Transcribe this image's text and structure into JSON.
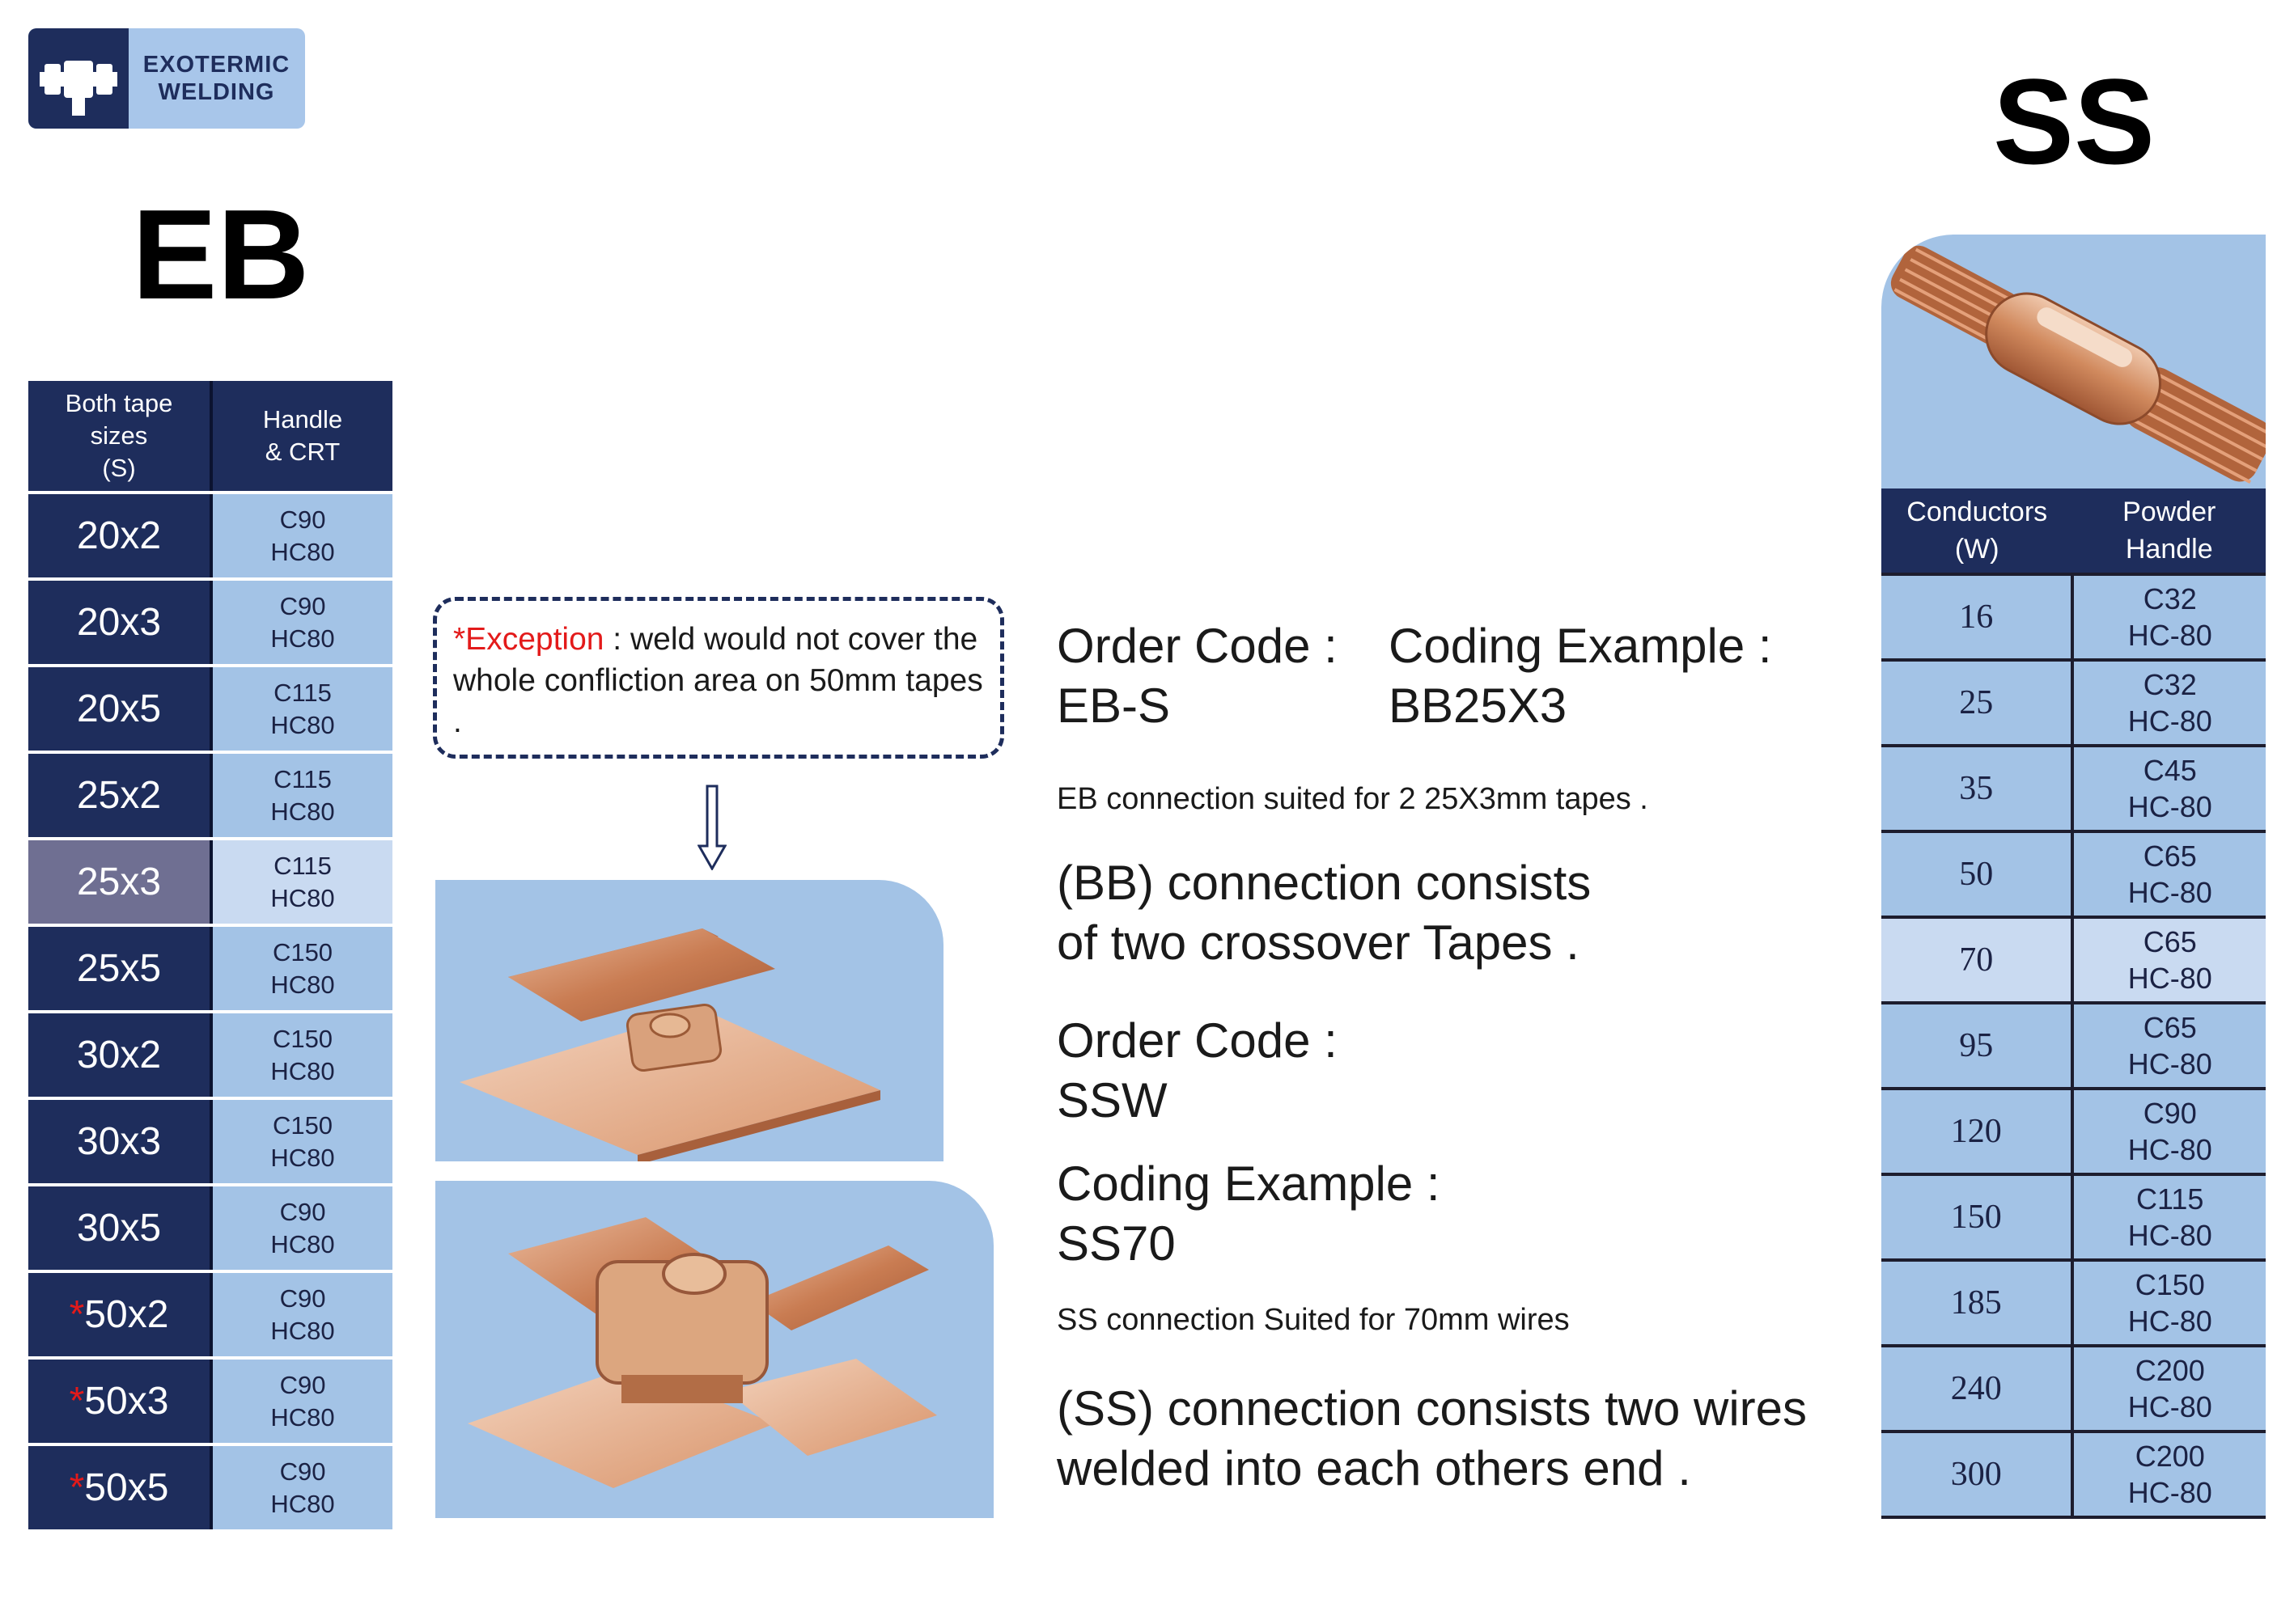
{
  "logo": {
    "line1": "EXOTERMIC",
    "line2": "WELDING",
    "icon": "exothermic-mold-icon"
  },
  "eb": {
    "title": "EB",
    "headers": {
      "col1": [
        "Both tape",
        "sizes",
        "(S)"
      ],
      "col2": [
        "Handle",
        "& CRT"
      ]
    },
    "rows": [
      {
        "size": "20x2",
        "crt": "C90",
        "handle": "HC80",
        "star": false,
        "highlight": false
      },
      {
        "size": "20x3",
        "crt": "C90",
        "handle": "HC80",
        "star": false,
        "highlight": false
      },
      {
        "size": "20x5",
        "crt": "C115",
        "handle": "HC80",
        "star": false,
        "highlight": false
      },
      {
        "size": "25x2",
        "crt": "C115",
        "handle": "HC80",
        "star": false,
        "highlight": false
      },
      {
        "size": "25x3",
        "crt": "C115",
        "handle": "HC80",
        "star": false,
        "highlight": true
      },
      {
        "size": "25x5",
        "crt": "C150",
        "handle": "HC80",
        "star": false,
        "highlight": false
      },
      {
        "size": "30x2",
        "crt": "C150",
        "handle": "HC80",
        "star": false,
        "highlight": false
      },
      {
        "size": "30x3",
        "crt": "C150",
        "handle": "HC80",
        "star": false,
        "highlight": false
      },
      {
        "size": "30x5",
        "crt": "C90",
        "handle": "HC80",
        "star": false,
        "highlight": false
      },
      {
        "size": "50x2",
        "crt": "C90",
        "handle": "HC80",
        "star": true,
        "highlight": false
      },
      {
        "size": "50x3",
        "crt": "C90",
        "handle": "HC80",
        "star": true,
        "highlight": false
      },
      {
        "size": "50x5",
        "crt": "C90",
        "handle": "HC80",
        "star": true,
        "highlight": false
      }
    ]
  },
  "exception": {
    "label": "*Exception",
    "text": " : weld would not cover the whole confliction area on 50mm tapes ."
  },
  "middle": {
    "eb_order_label": "Order Code :",
    "eb_order_value": "EB-S",
    "eb_example_label": "Coding Example :",
    "eb_example_value": "BB25X3",
    "eb_note": "EB connection suited for 2 25X3mm tapes .",
    "bb_desc_1": "(BB) connection consists",
    "bb_desc_2": "of two crossover Tapes .",
    "ss_order_label": "Order Code :",
    "ss_order_value": "SSW",
    "ss_example_label": "Coding Example :",
    "ss_example_value": "SS70",
    "ss_note": "SS connection Suited for 70mm wires",
    "ss_desc_1": "(SS) connection consists two wires",
    "ss_desc_2": "welded into each others end ."
  },
  "ss": {
    "title": "SS",
    "headers": {
      "col1": [
        "Conductors",
        "(W)"
      ],
      "col2": [
        "Powder",
        "Handle"
      ]
    },
    "rows": [
      {
        "w": "16",
        "powder": "C32",
        "handle": "HC-80",
        "highlight": false
      },
      {
        "w": "25",
        "powder": "C32",
        "handle": "HC-80",
        "highlight": false
      },
      {
        "w": "35",
        "powder": "C45",
        "handle": "HC-80",
        "highlight": false
      },
      {
        "w": "50",
        "powder": "C65",
        "handle": "HC-80",
        "highlight": false
      },
      {
        "w": "70",
        "powder": "C65",
        "handle": "HC-80",
        "highlight": true
      },
      {
        "w": "95",
        "powder": "C65",
        "handle": "HC-80",
        "highlight": false
      },
      {
        "w": "120",
        "powder": "C90",
        "handle": "HC-80",
        "highlight": false
      },
      {
        "w": "150",
        "powder": "C115",
        "handle": "HC-80",
        "highlight": false
      },
      {
        "w": "185",
        "powder": "C150",
        "handle": "HC-80",
        "highlight": false
      },
      {
        "w": "240",
        "powder": "C200",
        "handle": "HC-80",
        "highlight": false
      },
      {
        "w": "300",
        "powder": "C200",
        "handle": "HC-80",
        "highlight": false
      }
    ]
  },
  "colors": {
    "navy": "#1e2d5c",
    "light_blue": "#a3c3e6",
    "highlight_blue": "#c9daf1",
    "highlight_gray": "#6f6f92",
    "accent_red": "#e31a1a",
    "copper": "#c97c52"
  }
}
